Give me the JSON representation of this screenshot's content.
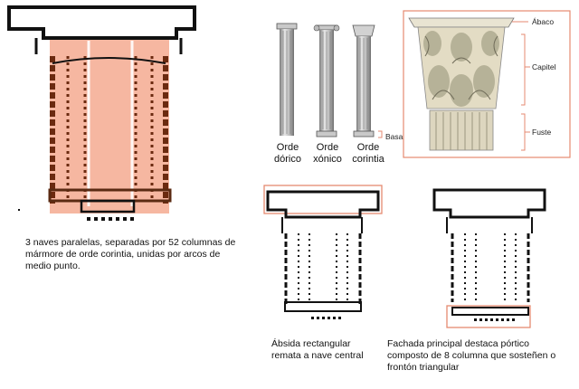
{
  "plan_left": {
    "caption": "3 naves paralelas, separadas por 52 columnas de mármore de orde corintia, unidas por arcos de medio punto.",
    "highlight_color": "#f4a58a"
  },
  "orders": {
    "doric": {
      "line1": "Orde",
      "line2": "dórico"
    },
    "ionic": {
      "line1": "Orde",
      "line2": "xónico"
    },
    "corinthian": {
      "line1": "Orde",
      "line2": "corintia"
    },
    "base_label": "Basa"
  },
  "capital": {
    "abacus_label": "Ábaco",
    "capital_label": "Capitel",
    "shaft_label": "Fuste",
    "frame_color": "#e58a70"
  },
  "plan_apse": {
    "caption": "Ábsida rectangular remata a nave central",
    "highlight_color": "#e58a70"
  },
  "plan_facade": {
    "caption": "Fachada principal destaca pórtico composto de 8 columna que sosteñen o frontón triangular",
    "highlight_color": "#e58a70"
  }
}
